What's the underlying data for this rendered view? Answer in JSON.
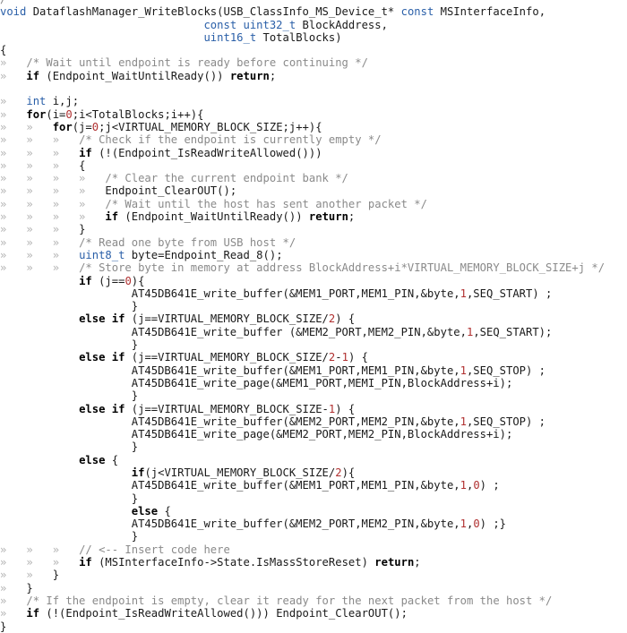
{
  "editor": {
    "colors": {
      "keyword": "#000000",
      "type": "#2a5fa8",
      "number": "#b03030",
      "comment": "#8a8a8a",
      "whitespace_marker": "#b3b3b3",
      "text": "#1a1a1a",
      "background": "#ffffff"
    },
    "lines": [
      [
        {
          "t": "cm",
          "v": "/"
        }
      ],
      [
        {
          "t": "ty",
          "v": "void"
        },
        {
          "t": "p",
          "v": " DataflashManager_WriteBlocks(USB_ClassInfo_MS_Device_t* "
        },
        {
          "t": "ty",
          "v": "const"
        },
        {
          "t": "p",
          "v": " MSInterfaceInfo,"
        }
      ],
      [
        {
          "t": "p",
          "v": "                               "
        },
        {
          "t": "ty",
          "v": "const"
        },
        {
          "t": "p",
          "v": " "
        },
        {
          "t": "ty",
          "v": "uint32_t"
        },
        {
          "t": "p",
          "v": " BlockAddress,"
        }
      ],
      [
        {
          "t": "p",
          "v": "                               "
        },
        {
          "t": "ty",
          "v": "uint16_t"
        },
        {
          "t": "p",
          "v": " TotalBlocks)"
        }
      ],
      [
        {
          "t": "p",
          "v": "{"
        }
      ],
      [
        {
          "t": "ws",
          "v": "»   "
        },
        {
          "t": "cm",
          "v": "/* Wait until endpoint is ready before continuing */"
        }
      ],
      [
        {
          "t": "ws",
          "v": "»   "
        },
        {
          "t": "kw",
          "v": "if"
        },
        {
          "t": "p",
          "v": " (Endpoint_WaitUntilReady()) "
        },
        {
          "t": "kw",
          "v": "return"
        },
        {
          "t": "p",
          "v": ";"
        }
      ],
      [],
      [
        {
          "t": "ws",
          "v": "»   "
        },
        {
          "t": "ty",
          "v": "int"
        },
        {
          "t": "p",
          "v": " i,j;"
        }
      ],
      [
        {
          "t": "ws",
          "v": "»   "
        },
        {
          "t": "kw",
          "v": "for"
        },
        {
          "t": "p",
          "v": "(i="
        },
        {
          "t": "num",
          "v": "0"
        },
        {
          "t": "p",
          "v": ";i<TotalBlocks;i++){"
        }
      ],
      [
        {
          "t": "ws",
          "v": "»   »   "
        },
        {
          "t": "kw",
          "v": "for"
        },
        {
          "t": "p",
          "v": "(j="
        },
        {
          "t": "num",
          "v": "0"
        },
        {
          "t": "p",
          "v": ";j<VIRTUAL_MEMORY_BLOCK_SIZE;j++){"
        }
      ],
      [
        {
          "t": "ws",
          "v": "»   »   »   "
        },
        {
          "t": "cm",
          "v": "/* Check if the endpoint is currently empty */"
        }
      ],
      [
        {
          "t": "ws",
          "v": "»   »   »   "
        },
        {
          "t": "kw",
          "v": "if"
        },
        {
          "t": "p",
          "v": " (!(Endpoint_IsReadWriteAllowed()))"
        }
      ],
      [
        {
          "t": "ws",
          "v": "»   »   »   "
        },
        {
          "t": "p",
          "v": "{"
        }
      ],
      [
        {
          "t": "ws",
          "v": "»   »   »   »   "
        },
        {
          "t": "cm",
          "v": "/* Clear the current endpoint bank */"
        }
      ],
      [
        {
          "t": "ws",
          "v": "»   »   »   »   "
        },
        {
          "t": "p",
          "v": "Endpoint_ClearOUT();"
        }
      ],
      [
        {
          "t": "ws",
          "v": "»   »   »   »   "
        },
        {
          "t": "cm",
          "v": "/* Wait until the host has sent another packet */"
        }
      ],
      [
        {
          "t": "ws",
          "v": "»   »   »   »   "
        },
        {
          "t": "kw",
          "v": "if"
        },
        {
          "t": "p",
          "v": " (Endpoint_WaitUntilReady()) "
        },
        {
          "t": "kw",
          "v": "return"
        },
        {
          "t": "p",
          "v": ";"
        }
      ],
      [
        {
          "t": "ws",
          "v": "»   »   »   "
        },
        {
          "t": "p",
          "v": "}"
        }
      ],
      [
        {
          "t": "ws",
          "v": "»   »   »   "
        },
        {
          "t": "cm",
          "v": "/* Read one byte from USB host */"
        }
      ],
      [
        {
          "t": "ws",
          "v": "»   »   »   "
        },
        {
          "t": "ty",
          "v": "uint8_t"
        },
        {
          "t": "p",
          "v": " byte=Endpoint_Read_8();"
        }
      ],
      [
        {
          "t": "ws",
          "v": "»   »   »   "
        },
        {
          "t": "cm",
          "v": "/* Store byte in memory at address BlockAddress+i*VIRTUAL_MEMORY_BLOCK_SIZE+j */"
        }
      ],
      [
        {
          "t": "p",
          "v": "            "
        },
        {
          "t": "kw",
          "v": "if"
        },
        {
          "t": "p",
          "v": " (j=="
        },
        {
          "t": "num",
          "v": "0"
        },
        {
          "t": "p",
          "v": "){"
        }
      ],
      [
        {
          "t": "p",
          "v": "                    AT45DB641E_write_buffer(&MEM1_PORT,MEM1_PIN,&byte,"
        },
        {
          "t": "num",
          "v": "1"
        },
        {
          "t": "p",
          "v": ",SEQ_START) ;"
        }
      ],
      [
        {
          "t": "p",
          "v": "                    }"
        }
      ],
      [
        {
          "t": "p",
          "v": "            "
        },
        {
          "t": "kw",
          "v": "else if"
        },
        {
          "t": "p",
          "v": " (j==VIRTUAL_MEMORY_BLOCK_SIZE/"
        },
        {
          "t": "num",
          "v": "2"
        },
        {
          "t": "p",
          "v": ") {"
        }
      ],
      [
        {
          "t": "p",
          "v": "                    AT45DB641E_write_buffer (&MEM2_PORT,MEM2_PIN,&byte,"
        },
        {
          "t": "num",
          "v": "1"
        },
        {
          "t": "p",
          "v": ",SEQ_START);"
        }
      ],
      [
        {
          "t": "p",
          "v": "                    }"
        }
      ],
      [
        {
          "t": "p",
          "v": "            "
        },
        {
          "t": "kw",
          "v": "else if"
        },
        {
          "t": "p",
          "v": " (j==VIRTUAL_MEMORY_BLOCK_SIZE/"
        },
        {
          "t": "num",
          "v": "2"
        },
        {
          "t": "p",
          "v": "-"
        },
        {
          "t": "num",
          "v": "1"
        },
        {
          "t": "p",
          "v": ") {"
        }
      ],
      [
        {
          "t": "p",
          "v": "                    AT45DB641E_write_buffer(&MEM1_PORT,MEM1_PIN,&byte,"
        },
        {
          "t": "num",
          "v": "1"
        },
        {
          "t": "p",
          "v": ",SEQ_STOP) ;"
        }
      ],
      [
        {
          "t": "p",
          "v": "                    AT45DB641E_write_page(&MEM1_PORT,MEMI_PIN,BlockAddress+i);"
        }
      ],
      [
        {
          "t": "p",
          "v": "                    }"
        }
      ],
      [
        {
          "t": "p",
          "v": "            "
        },
        {
          "t": "kw",
          "v": "else if"
        },
        {
          "t": "p",
          "v": " (j==VIRTUAL_MEMORY_BLOCK_SIZE-"
        },
        {
          "t": "num",
          "v": "1"
        },
        {
          "t": "p",
          "v": ") {"
        }
      ],
      [
        {
          "t": "p",
          "v": "                    AT45DB641E_write_buffer(&MEM2_PORT,MEM2_PIN,&byte,"
        },
        {
          "t": "num",
          "v": "1"
        },
        {
          "t": "p",
          "v": ",SEQ_STOP) ;"
        }
      ],
      [
        {
          "t": "p",
          "v": "                    AT45DB641E_write_page(&MEM2_PORT,MEM2_PIN,BlockAddress+i);"
        }
      ],
      [
        {
          "t": "p",
          "v": "                    }"
        }
      ],
      [
        {
          "t": "p",
          "v": "            "
        },
        {
          "t": "kw",
          "v": "else"
        },
        {
          "t": "p",
          "v": " {"
        }
      ],
      [
        {
          "t": "p",
          "v": "                    "
        },
        {
          "t": "kw",
          "v": "if"
        },
        {
          "t": "p",
          "v": "(j<VIRTUAL_MEMORY_BLOCK_SIZE/"
        },
        {
          "t": "num",
          "v": "2"
        },
        {
          "t": "p",
          "v": "){"
        }
      ],
      [
        {
          "t": "p",
          "v": "                    AT45DB641E_write_buffer(&MEM1_PORT,MEM1_PIN,&byte,"
        },
        {
          "t": "num",
          "v": "1"
        },
        {
          "t": "p",
          "v": ","
        },
        {
          "t": "num",
          "v": "0"
        },
        {
          "t": "p",
          "v": ") ;"
        }
      ],
      [
        {
          "t": "p",
          "v": "                    }"
        }
      ],
      [
        {
          "t": "p",
          "v": "                    "
        },
        {
          "t": "kw",
          "v": "else"
        },
        {
          "t": "p",
          "v": " {"
        }
      ],
      [
        {
          "t": "p",
          "v": "                    AT45DB641E_write_buffer(&MEM2_PORT,MEM2_PIN,&byte,"
        },
        {
          "t": "num",
          "v": "1"
        },
        {
          "t": "p",
          "v": ","
        },
        {
          "t": "num",
          "v": "0"
        },
        {
          "t": "p",
          "v": ") ;}"
        }
      ],
      [
        {
          "t": "p",
          "v": "                    }"
        }
      ],
      [
        {
          "t": "ws",
          "v": "»   »   »   "
        },
        {
          "t": "cm",
          "v": "// <-- Insert code here"
        }
      ],
      [
        {
          "t": "ws",
          "v": "»   »   »   "
        },
        {
          "t": "kw",
          "v": "if"
        },
        {
          "t": "p",
          "v": " (MSInterfaceInfo->State.IsMassStoreReset) "
        },
        {
          "t": "kw",
          "v": "return"
        },
        {
          "t": "p",
          "v": ";"
        }
      ],
      [
        {
          "t": "ws",
          "v": "»   »   "
        },
        {
          "t": "p",
          "v": "}"
        }
      ],
      [
        {
          "t": "ws",
          "v": "»   "
        },
        {
          "t": "p",
          "v": "}"
        }
      ],
      [
        {
          "t": "ws",
          "v": "»   "
        },
        {
          "t": "cm",
          "v": "/* If the endpoint is empty, clear it ready for the next packet from the host */"
        }
      ],
      [
        {
          "t": "ws",
          "v": "»   "
        },
        {
          "t": "kw",
          "v": "if"
        },
        {
          "t": "p",
          "v": " (!(Endpoint_IsReadWriteAllowed())) Endpoint_ClearOUT();"
        }
      ],
      [
        {
          "t": "p",
          "v": "}"
        }
      ]
    ]
  }
}
